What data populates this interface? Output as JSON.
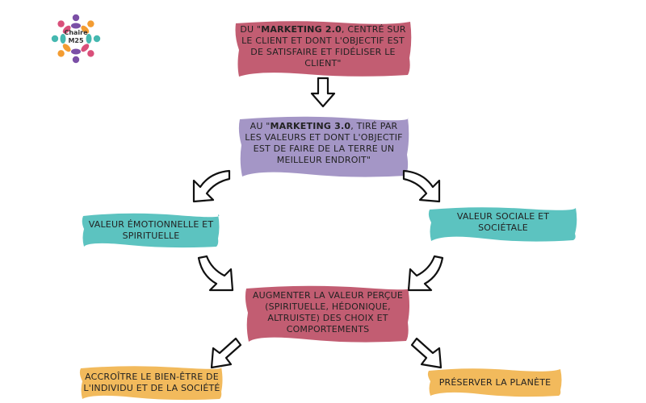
{
  "logo": {
    "line1": "Chaire",
    "line2": "M25"
  },
  "nodes": {
    "marketing20": {
      "prefix": "Du \"",
      "bold": "Marketing 2.0",
      "rest": ", centré sur le client et dont l'objectif est de satisfaire et fidéliser le client\""
    },
    "marketing30": {
      "prefix": "Au \"",
      "bold": "Marketing 3.0",
      "rest": ", tiré par les valeurs et dont l'objectif est de faire de la terre un meilleur endroit\""
    },
    "valeur_emo": {
      "text": "Valeur émotionnelle et spirituelle"
    },
    "valeur_soc": {
      "text": "Valeur sociale et sociétale"
    },
    "augmenter": {
      "text": "Augmenter la valeur perçue (spirituelle, hédonique, altruiste) des choix et comportements"
    },
    "bien_etre": {
      "text": "Accroître le bien-être de l'individu et de la société"
    },
    "planete": {
      "text": "Préserver la planète"
    }
  },
  "colors": {
    "rose": "#c25d72",
    "lavender": "#a496c6",
    "teal": "#5cc3c0",
    "orange": "#f2ba5c",
    "logo_purple": "#7b4fa6",
    "logo_orange": "#f39c32",
    "logo_teal": "#45b8b0",
    "logo_pink": "#d94f7a"
  },
  "icons": [
    "hand-drawn-arrow-icon",
    "logo-people-circle-icon"
  ]
}
